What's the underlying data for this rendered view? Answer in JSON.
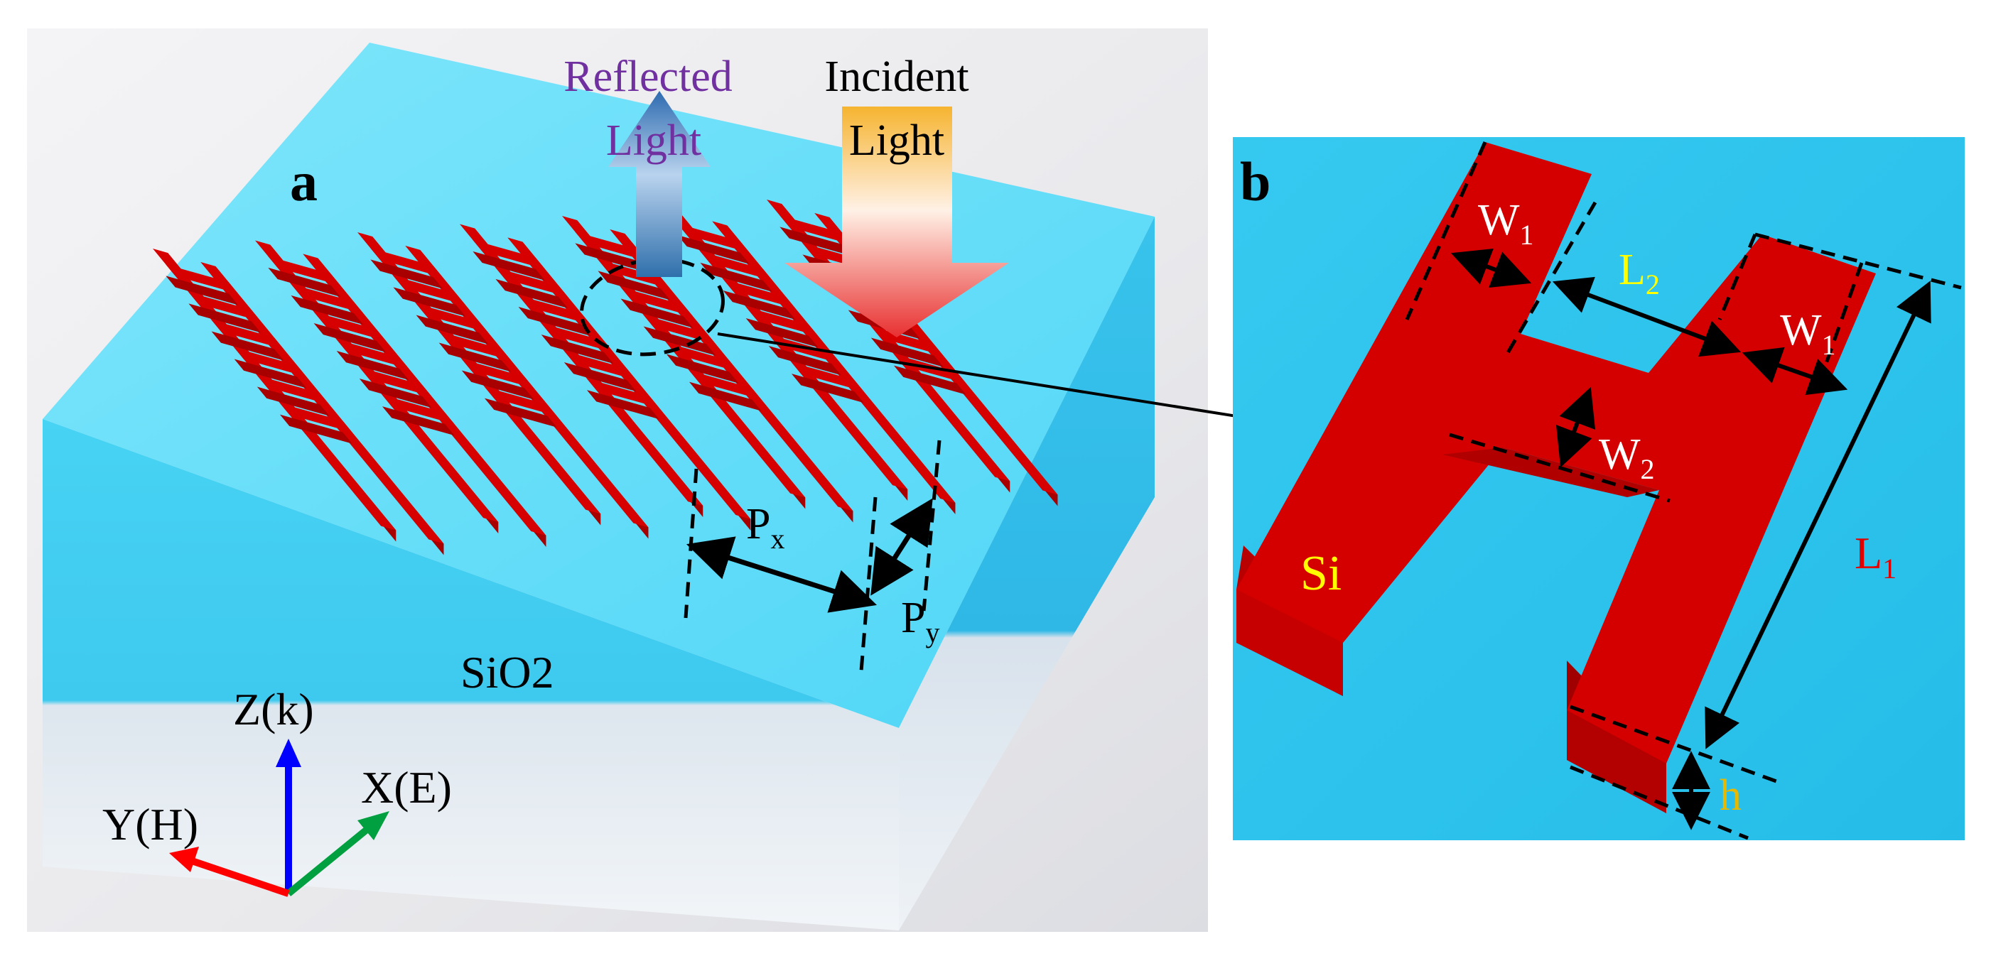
{
  "panel_a": {
    "label": "a",
    "reflected_line1": "Reflected",
    "reflected_line2": "Light",
    "incident_line1": "Incident",
    "incident_line2": "Light",
    "px_main": "P",
    "px_sub": "x",
    "py_main": "P",
    "py_sub": "y",
    "substrate_label": "SiO2",
    "axis_z": "Z(k)",
    "axis_x": "X(E)",
    "axis_y": "Y(H)"
  },
  "panel_b": {
    "label": "b",
    "material": "Si",
    "w1_main": "W",
    "w1_sub": "1",
    "l2_main": "L",
    "l2_sub": "2",
    "w2_main": "W",
    "w2_sub": "2",
    "l1_main": "L",
    "l1_sub": "1",
    "h": "h"
  },
  "colors": {
    "silicon_red": "#d70000",
    "silicon_dark": "#a80000",
    "oxide_cyan": "#3ccbef",
    "panel_b_bg": "#2cc6ee",
    "reflected_text": "#7030a0",
    "label_yellow": "#ffff00",
    "l1_red": "#e00000",
    "h_gold": "#e6b800",
    "axis_z": "#0000ff",
    "axis_x": "#00a040",
    "axis_y": "#ff0000"
  }
}
